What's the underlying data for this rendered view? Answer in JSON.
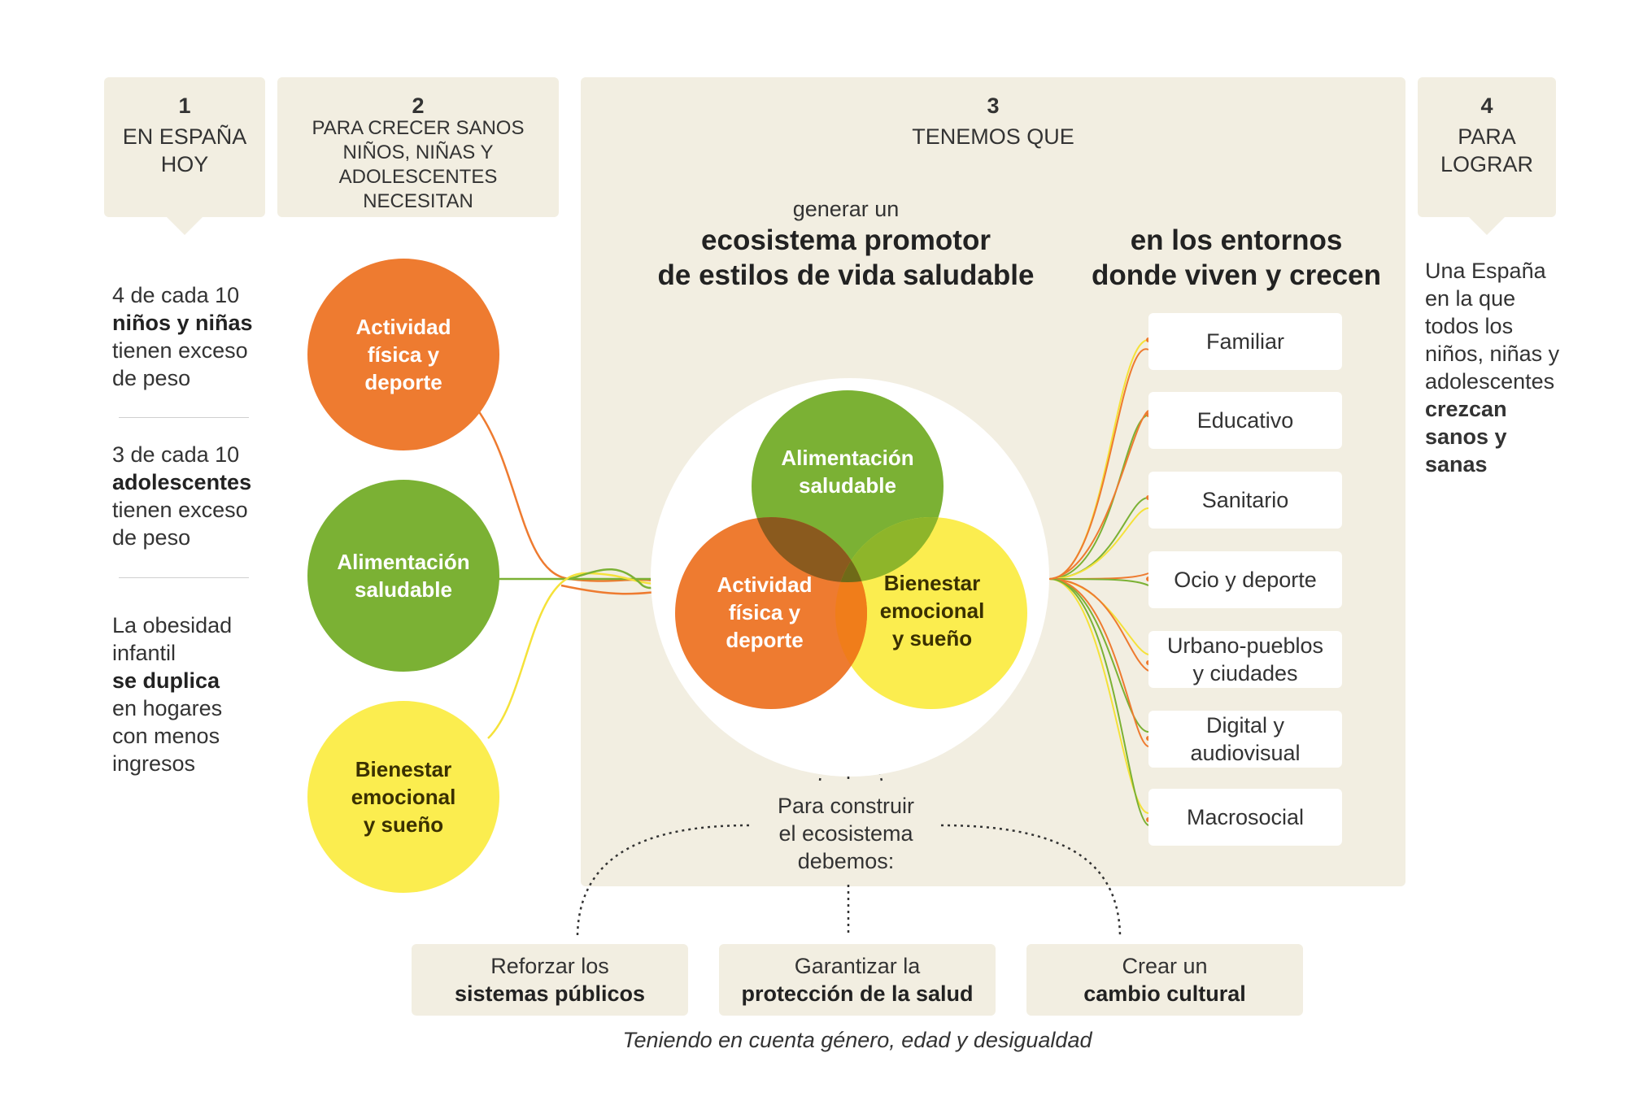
{
  "columns": [
    {
      "number": "1",
      "title_line1": "EN ESPAÑA",
      "title_line2": "HOY"
    },
    {
      "number": "2",
      "title_line1": "PARA CRECER SANOS",
      "title_line2": "NIÑOS, NIÑAS Y",
      "title_line3": "ADOLESCENTES",
      "title_line4": "NECESITAN"
    },
    {
      "number": "3",
      "title_line1": "TENEMOS QUE"
    },
    {
      "number": "4",
      "title_line1": "PARA",
      "title_line2": "LOGRAR"
    }
  ],
  "stats": [
    {
      "line1": "4 de cada 10",
      "bold": "niños y niñas",
      "line3": "tienen exceso",
      "line4": "de peso"
    },
    {
      "line1": "3 de cada 10",
      "bold": "adolescentes",
      "line3": "tienen exceso",
      "line4": "de peso"
    },
    {
      "line1": "La obesidad",
      "line2": "infantil",
      "bold": "se duplica",
      "line4": "en hogares",
      "line5": "con menos",
      "line6": "ingresos"
    }
  ],
  "needs": [
    {
      "line1": "Actividad",
      "line2": "física y",
      "line3": "deporte",
      "color": "#ee7b30"
    },
    {
      "line1": "Alimentación",
      "line2": "saludable",
      "color": "#7bb134"
    },
    {
      "line1": "Bienestar",
      "line2": "emocional",
      "line3": "y sueño",
      "color": "#fbed4f"
    }
  ],
  "center": {
    "intro": "generar un",
    "title_line1": "ecosistema promotor",
    "title_line2": "de estilos de vida saludable",
    "env_title_line1": "en los entornos",
    "env_title_line2": "donde viven y crecen",
    "venn": [
      {
        "line1": "Alimentación",
        "line2": "saludable"
      },
      {
        "line1": "Actividad",
        "line2": "física y",
        "line3": "deporte"
      },
      {
        "line1": "Bienestar",
        "line2": "emocional",
        "line3": "y sueño"
      }
    ],
    "build_line1": "Para construir",
    "build_line2": "el ecosistema",
    "build_line3": "debemos:"
  },
  "environments": [
    {
      "line1": "Familiar"
    },
    {
      "line1": "Educativo"
    },
    {
      "line1": "Sanitario"
    },
    {
      "line1": "Ocio y deporte"
    },
    {
      "line1": "Urbano-pueblos",
      "line2": "y ciudades"
    },
    {
      "line1": "Digital y",
      "line2": "audiovisual"
    },
    {
      "line1": "Macrosocial"
    }
  ],
  "goal": {
    "line1": "Una España",
    "line2": "en la que",
    "line3": "todos los",
    "line4": "niños, niñas y",
    "line5": "adolescentes",
    "bold1": "crezcan",
    "bold2": "sanos y",
    "bold3": "sanas"
  },
  "actions": [
    {
      "line1": "Reforzar los",
      "bold": "sistemas públicos"
    },
    {
      "line1": "Garantizar la",
      "bold": "protección de la salud"
    },
    {
      "line1": "Crear un",
      "bold": "cambio cultural"
    }
  ],
  "footnote": "Teniendo en cuenta género, edad y desigualdad"
}
